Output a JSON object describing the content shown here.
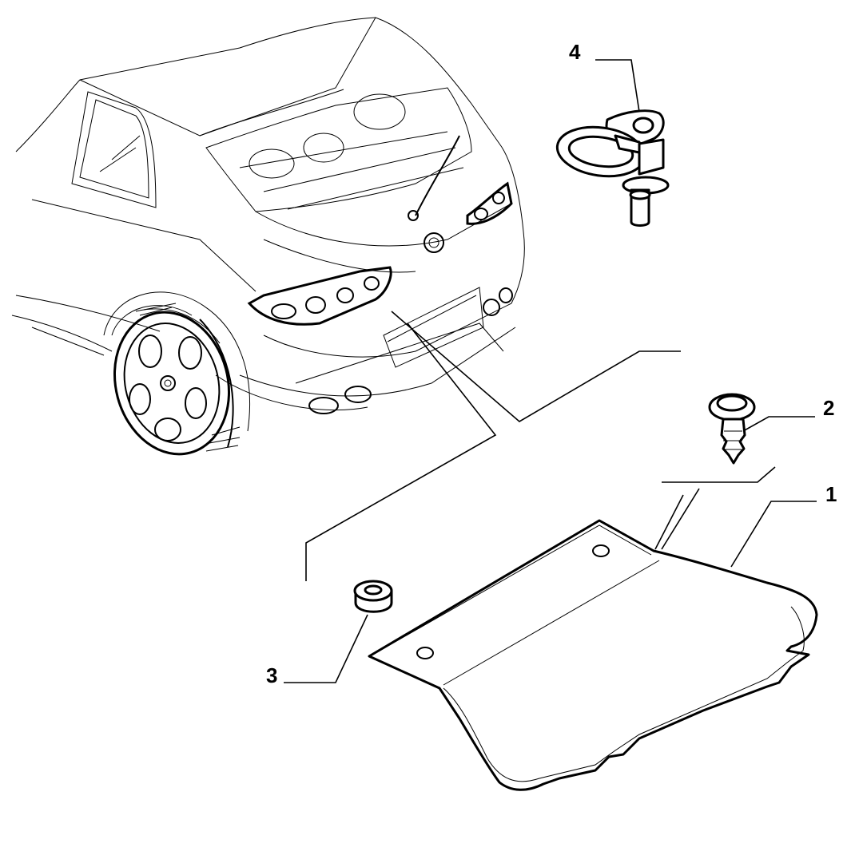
{
  "callouts": {
    "c1": "1",
    "c2": "2",
    "c3": "3",
    "c4": "4"
  }
}
